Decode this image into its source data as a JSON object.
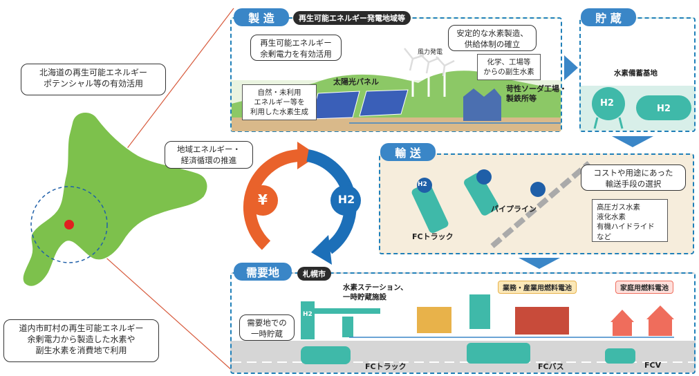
{
  "left": {
    "callout_top": "北海道の再生可能エネルギー\nポテンシャル等の有効活用",
    "callout_bottom": "道内市町村の再生可能エネルギー\n余剰電力から製造した水素や\n副生水素を消費地で利用"
  },
  "cycle": {
    "label": "地域エネルギー・\n経済循環の推進",
    "yen": "¥",
    "h2": "H2"
  },
  "production": {
    "title": "製 造",
    "tag": "再生可能エネルギー発電地域等",
    "callout_left": "再生可能エネルギー\n余剰電力を有効活用",
    "callout_right": "安定的な水素製造、\n供給体制の確立",
    "solar": "太陽光パネル",
    "wind": "風力発電",
    "note_left": "自然・未利用\nエネルギー等を\n利用した水素生成",
    "note_right": "化学、工場等\nからの副生水素",
    "factory": "苛性ソーダ工場・\n製鉄所等"
  },
  "storage": {
    "title": "貯 蔵",
    "base": "水素備蓄基地",
    "tank1": "H2",
    "tank2": "H2"
  },
  "transport": {
    "title": "輸 送",
    "callout": "コストや用途にあった\n輸送手段の選択",
    "truck": "FCトラック",
    "pipeline": "パイプライン",
    "note": "高圧ガス水素\n液化水素\n有機ハイドライド\nなど",
    "h2": "H2"
  },
  "demand": {
    "title": "需要地",
    "tag": "札幌市",
    "station": "水素ステーション、\n一時貯蔵施設",
    "callout": "需要地での\n一時貯蔵",
    "industrial": "業務・産業用燃料電池",
    "household": "家庭用燃料電池",
    "fc_truck": "FCトラック",
    "fc_bus": "FCバス",
    "fcv": "FCV",
    "h2": "H2"
  },
  "colors": {
    "accent": "#3a86c7",
    "dash": "#1f7fb8",
    "orange": "#e9622b",
    "blue": "#1c6fb8",
    "land": "#7dc14c",
    "teal": "#3fb9a9"
  }
}
